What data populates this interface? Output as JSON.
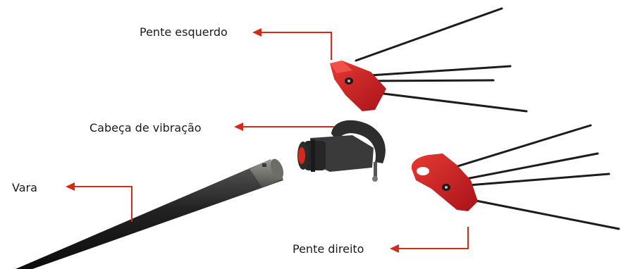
{
  "labels": {
    "left_comb": "Pente esquerdo",
    "vibration_head": "Cabeça de vibração",
    "rod": "Vara",
    "right_comb": "Pente direito"
  },
  "colors": {
    "arrow": "#d42a1a",
    "part_red": "#d01c1c",
    "part_dark": "#262626",
    "tine": "#1c1c1c"
  }
}
